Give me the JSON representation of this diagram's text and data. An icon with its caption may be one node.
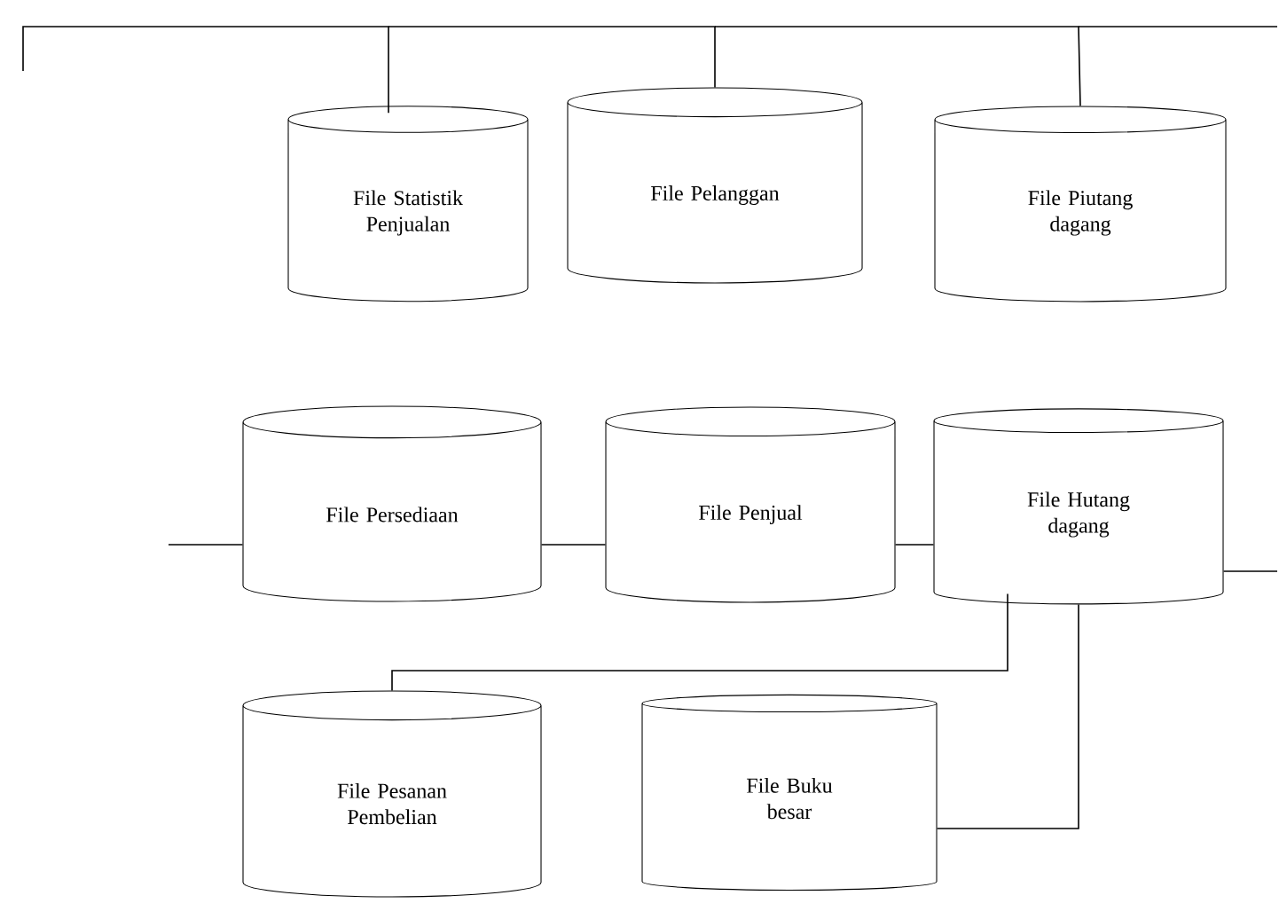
{
  "diagram": {
    "nodes": [
      {
        "text": [
          "File Statistik Penjualan"
        ]
      },
      {
        "text": [
          "File Pelanggan"
        ]
      },
      {
        "text": [
          "File Piutang dagang"
        ]
      },
      {
        "text": [
          "File Persediaan"
        ]
      },
      {
        "text": [
          "File Penjual"
        ]
      },
      {
        "text": [
          "File Hutang dagang"
        ]
      },
      {
        "text": [
          "File Pesanan Pembelian"
        ]
      },
      {
        "text": [
          "File Buku besar"
        ]
      }
    ],
    "edges": [
      {
        "from": null,
        "to": 0,
        "arrow": "none"
      },
      {
        "from": null,
        "to": 1,
        "arrow": "none"
      },
      {
        "from": null,
        "to": 2,
        "arrow": "none"
      },
      {
        "from": null,
        "to": 3,
        "arrow": "none"
      },
      {
        "from": 3,
        "to": 4,
        "arrow": "none"
      },
      {
        "from": 4,
        "to": 5,
        "arrow": "none"
      },
      {
        "from": 5,
        "to": null,
        "arrow": "none"
      },
      {
        "from": 5,
        "to": 6,
        "arrow": "none"
      },
      {
        "from": 5,
        "to": 7,
        "arrow": "none"
      }
    ]
  }
}
